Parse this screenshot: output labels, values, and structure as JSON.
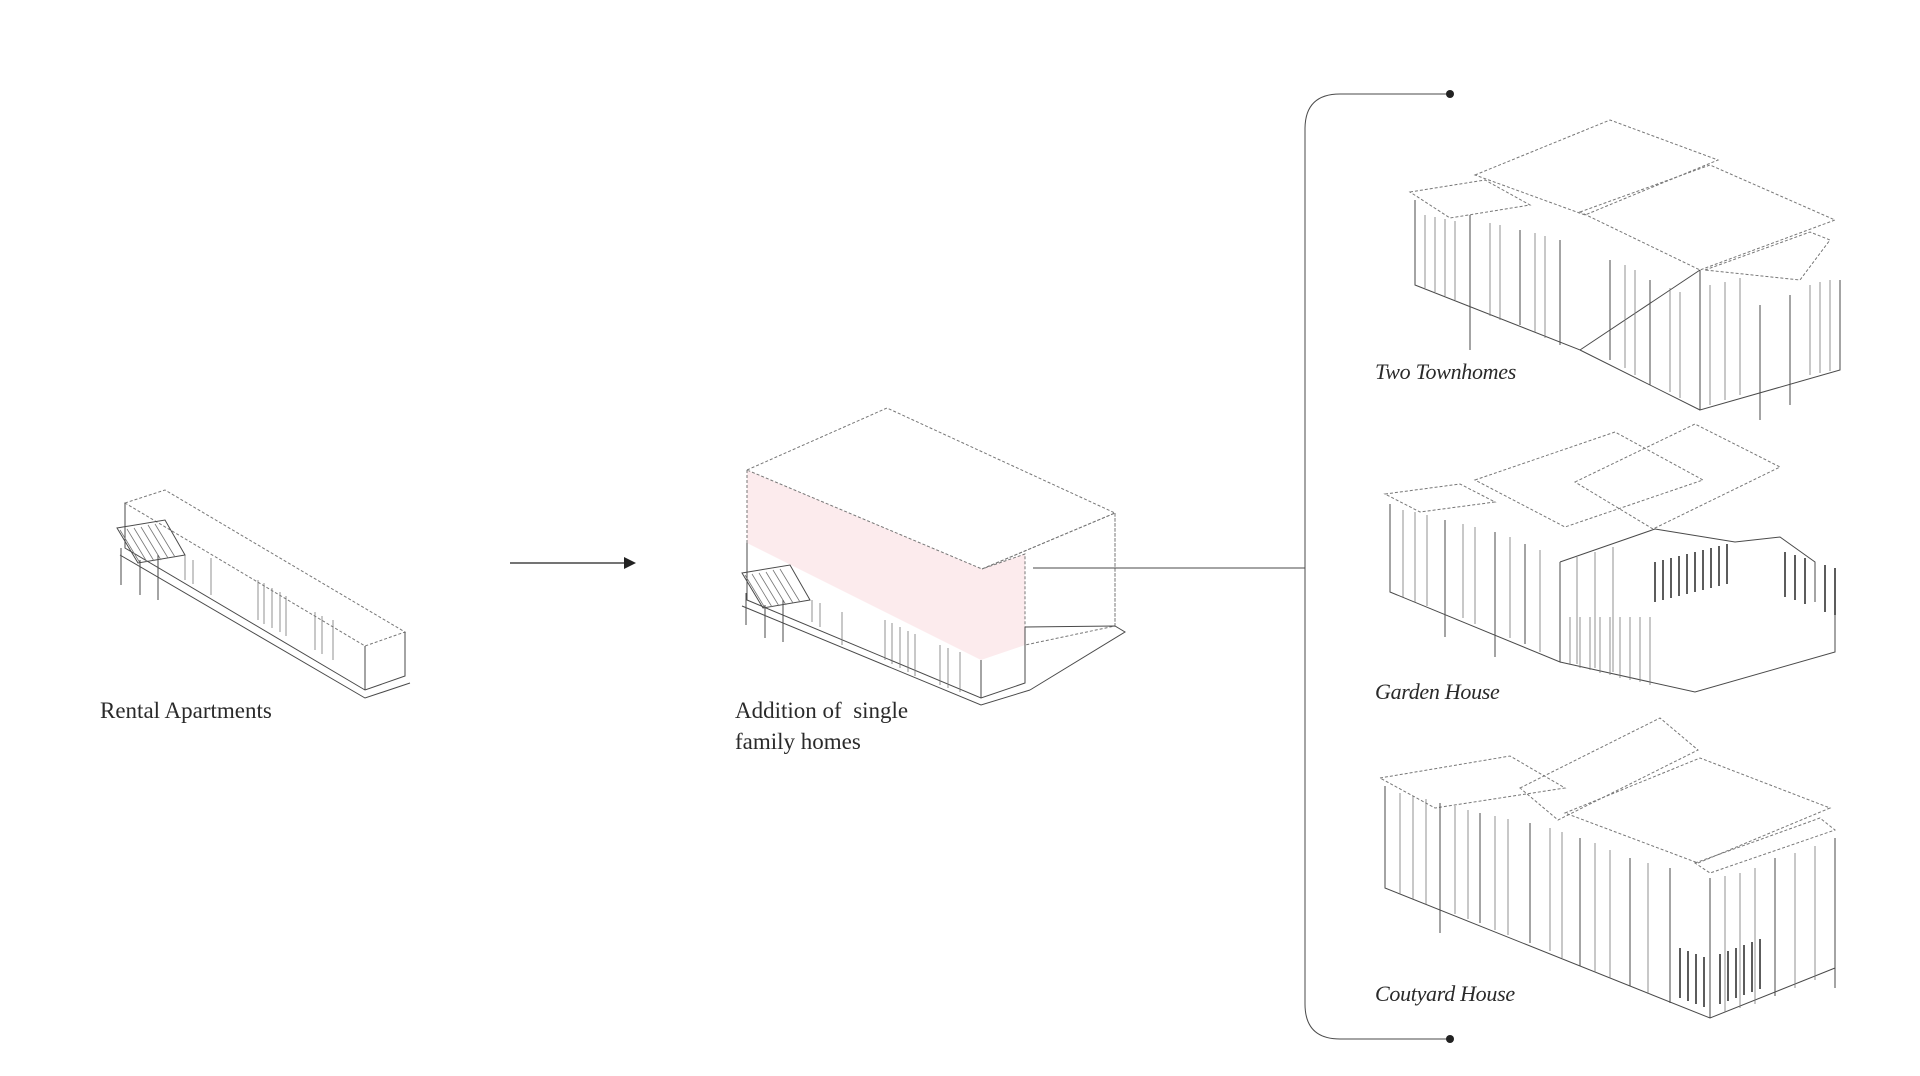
{
  "colors": {
    "line": "#4a4a4a",
    "arrow": "#222222",
    "addition_fill": "#fcebed",
    "text": "#2a2a2a"
  },
  "labels": {
    "rental": "Rental Apartments",
    "addition_line1": "Addition of  single",
    "addition_line2": "family homes",
    "option1": "Two Townhomes",
    "option2": "Garden House",
    "option3": "Coutyard House"
  }
}
